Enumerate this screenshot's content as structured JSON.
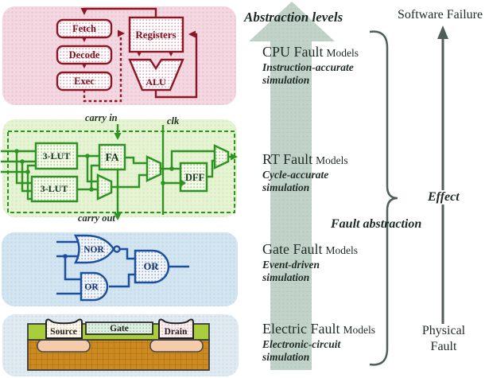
{
  "headings": {
    "abstraction_levels": "Abstraction levels",
    "software_failure": "Software Failure",
    "physical_fault": "Physical\nFault",
    "effect": "Effect",
    "fault_abstraction": "Fault abstraction"
  },
  "levels": [
    {
      "name": "CPU Fault",
      "suffix": "Models",
      "subtitle": "Instruction-accurate\nsimulation"
    },
    {
      "name": "RT Fault",
      "suffix": "Models",
      "subtitle": "Cycle-accurate\nsimulation"
    },
    {
      "name": "Gate Fault",
      "suffix": "Models",
      "subtitle": "Event-driven\nsimulation"
    },
    {
      "name": "Electric Fault",
      "suffix": "Models",
      "subtitle": "Electronic-circuit\nsimulation"
    }
  ],
  "cpu_panel": {
    "fetch": "Fetch",
    "decode": "Decode",
    "exec": "Exec",
    "registers": "Registers",
    "alu": "ALU"
  },
  "rt_panel": {
    "lut1": "3-LUT",
    "lut2": "3-LUT",
    "fa": "FA",
    "dff": "DFF",
    "carry_in": "carry in",
    "clk": "clk",
    "carry_out": "carry out"
  },
  "gate_panel": {
    "nor": "NOR",
    "or1": "OR",
    "or2": "OR"
  },
  "electric_panel": {
    "source": "Source",
    "gate": "Gate",
    "drain": "Drain"
  },
  "colors": {
    "cpu_panel_bg": "#f4d8e1",
    "cpu_ink": "#8d1526",
    "rt_panel_bg": "#e6f4d5",
    "rt_ink": "#2f9323",
    "gate_panel_bg": "#d2e5f0",
    "gate_ink": "#1d4fa0",
    "electric_panel_bg": "#e0eaf1",
    "substrate": "#cc8a20",
    "oxide": "#a9cd3b",
    "doped": "#f4cbab",
    "big_arrow": "#c1d3c9",
    "arrow_brace_ink": "#4e5f5b"
  }
}
